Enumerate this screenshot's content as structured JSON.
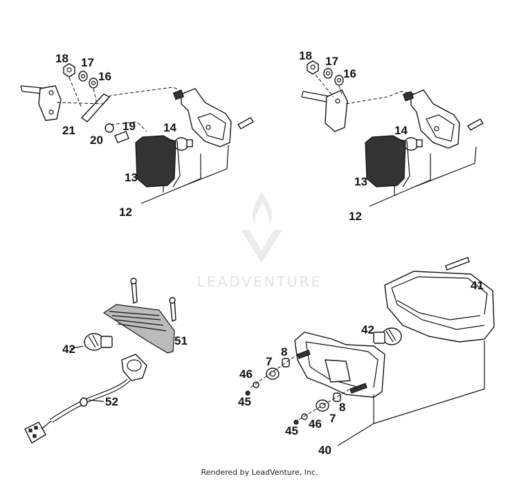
{
  "watermark": {
    "brand": "LEADVENTURE"
  },
  "footer": {
    "text": "Rendered by LeadVenture, Inc."
  },
  "callouts": {
    "a18": "18",
    "a17": "17",
    "a16": "16",
    "a21": "21",
    "a20": "20",
    "a19": "19",
    "a14": "14",
    "a13": "13",
    "a12": "12",
    "b18": "18",
    "b17": "17",
    "b16": "16",
    "b14": "14",
    "b13": "13",
    "b12": "12",
    "c42": "42",
    "c51": "51",
    "c52": "52",
    "d41": "41",
    "d42": "42",
    "d7a": "7",
    "d8a": "8",
    "d46a": "46",
    "d45a": "45",
    "d8b": "8",
    "d7b": "7",
    "d46b": "46",
    "d45b": "45",
    "d40": "40"
  }
}
